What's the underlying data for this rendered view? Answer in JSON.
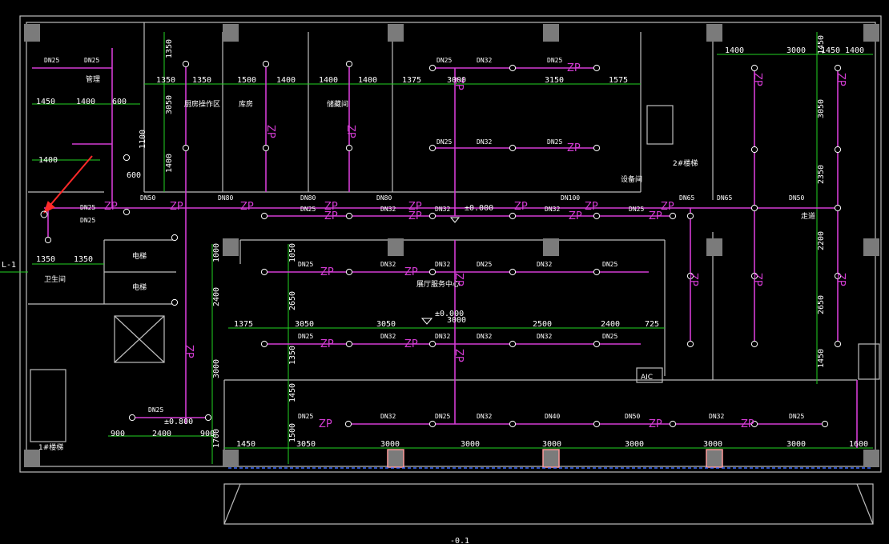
{
  "axis": {
    "left_label": "L-1",
    "bottom_label": "-0.1"
  },
  "level_marks": [
    "±0.000",
    "±0.000",
    "±0.800"
  ],
  "dims_top_left": [
    "1350",
    "1350",
    "1500",
    "1400",
    "1400",
    "1400",
    "1375",
    "3000",
    "3150",
    "1575"
  ],
  "dims_top_right": [
    "1400",
    "3000",
    "1450",
    "1400"
  ],
  "dims_mid_row": [
    "1375",
    "3050",
    "3050",
    "2500",
    "2400",
    "725",
    "3000"
  ],
  "dims_bottom_row": [
    "1450",
    "3050",
    "3000",
    "3000",
    "3000",
    "3000",
    "3000",
    "3000",
    "1600"
  ],
  "dims_bottom_left": [
    "900",
    "2400",
    "900"
  ],
  "dims_left_vert": [
    "1350",
    "3050",
    "1400",
    "1100",
    "600",
    "1450",
    "1400",
    "600",
    "1400",
    "1350",
    "1350"
  ],
  "dims_vert_mid": [
    "1000",
    "2400",
    "3000",
    "1050",
    "2650",
    "1350",
    "1450",
    "1500",
    "1700"
  ],
  "dims_vert_right": [
    "1450",
    "3050",
    "2350",
    "2200",
    "2650",
    "1450"
  ],
  "pipe_sizes": [
    "DN25",
    "DN32",
    "DN40",
    "DN50",
    "DN65",
    "DN80",
    "DN100"
  ],
  "zp": "ZP",
  "rooms": [
    "管理",
    "厨房操作区",
    "库房",
    "储藏间",
    "展厅服务中心",
    "1#楼梯",
    "2#楼梯",
    "电梯",
    "电梯",
    "卫生间",
    "设备间",
    "AIC",
    "走道"
  ],
  "colors": {
    "pipe": "#d43cd4",
    "dim": "#22d322",
    "wall": "#bdbdbd",
    "column": "#7b7b7b",
    "arrow": "#ff2a2a",
    "background": "#000000"
  }
}
